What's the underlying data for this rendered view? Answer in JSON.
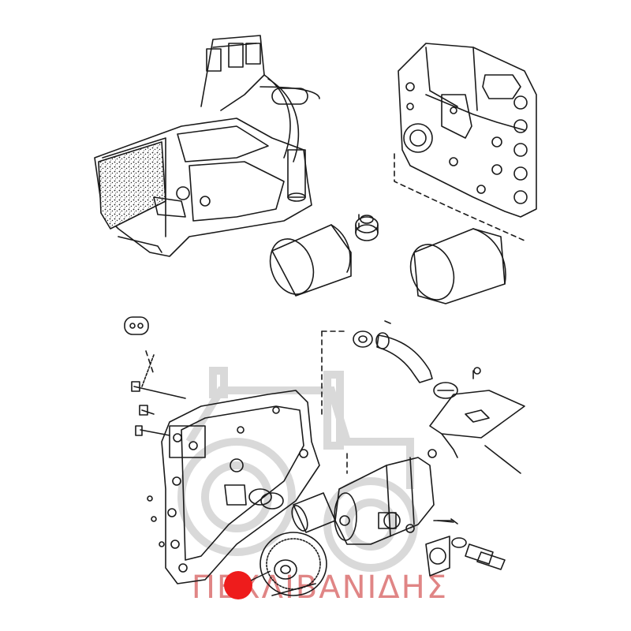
{
  "watermark": {
    "text": "ΠΕΧΛΙΒΑΝΙΔΗΣ",
    "color": "#e08585",
    "tractor_color": "#d9d9d9"
  },
  "marker": {
    "color": "#ee1c1c"
  },
  "drawing": {
    "line_color": "#1a1a1a",
    "background": "#ffffff",
    "parts": [
      "transmission-housing",
      "hydraulic-valve-block",
      "oil-filter",
      "spare-oil-filter",
      "filter-adapter",
      "hydraulic-pump-cover-plate",
      "hydraulic-gear-pump",
      "drive-gear",
      "suction-pipe",
      "bracket-plate"
    ]
  }
}
